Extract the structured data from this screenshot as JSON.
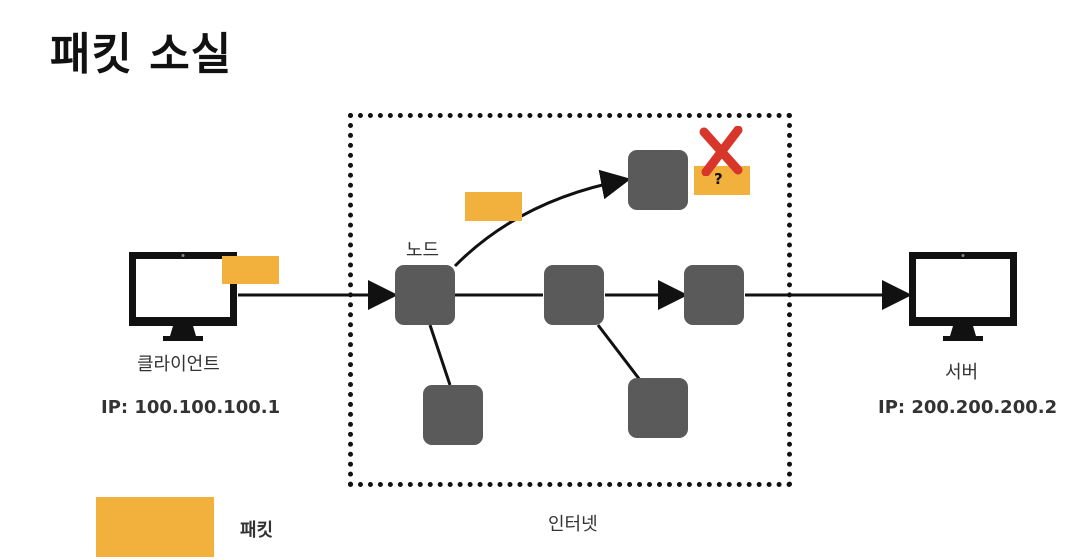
{
  "title": "패킷 소실",
  "client": {
    "label": "클라이언트",
    "ip": "IP: 100.100.100.1"
  },
  "server": {
    "label": "서버",
    "ip": "IP: 200.200.200.2"
  },
  "node_label": "노드",
  "internet_label": "인터넷",
  "lost_packet_mark": "?",
  "legend": {
    "packet_label": "패킷"
  },
  "colors": {
    "packet": "#f2b13c",
    "node": "#5a5a5a",
    "lost_mark": "#d9362b",
    "line": "#111111"
  },
  "icons": {
    "client": "monitor-icon",
    "server": "monitor-icon",
    "lost": "x-mark-icon"
  }
}
